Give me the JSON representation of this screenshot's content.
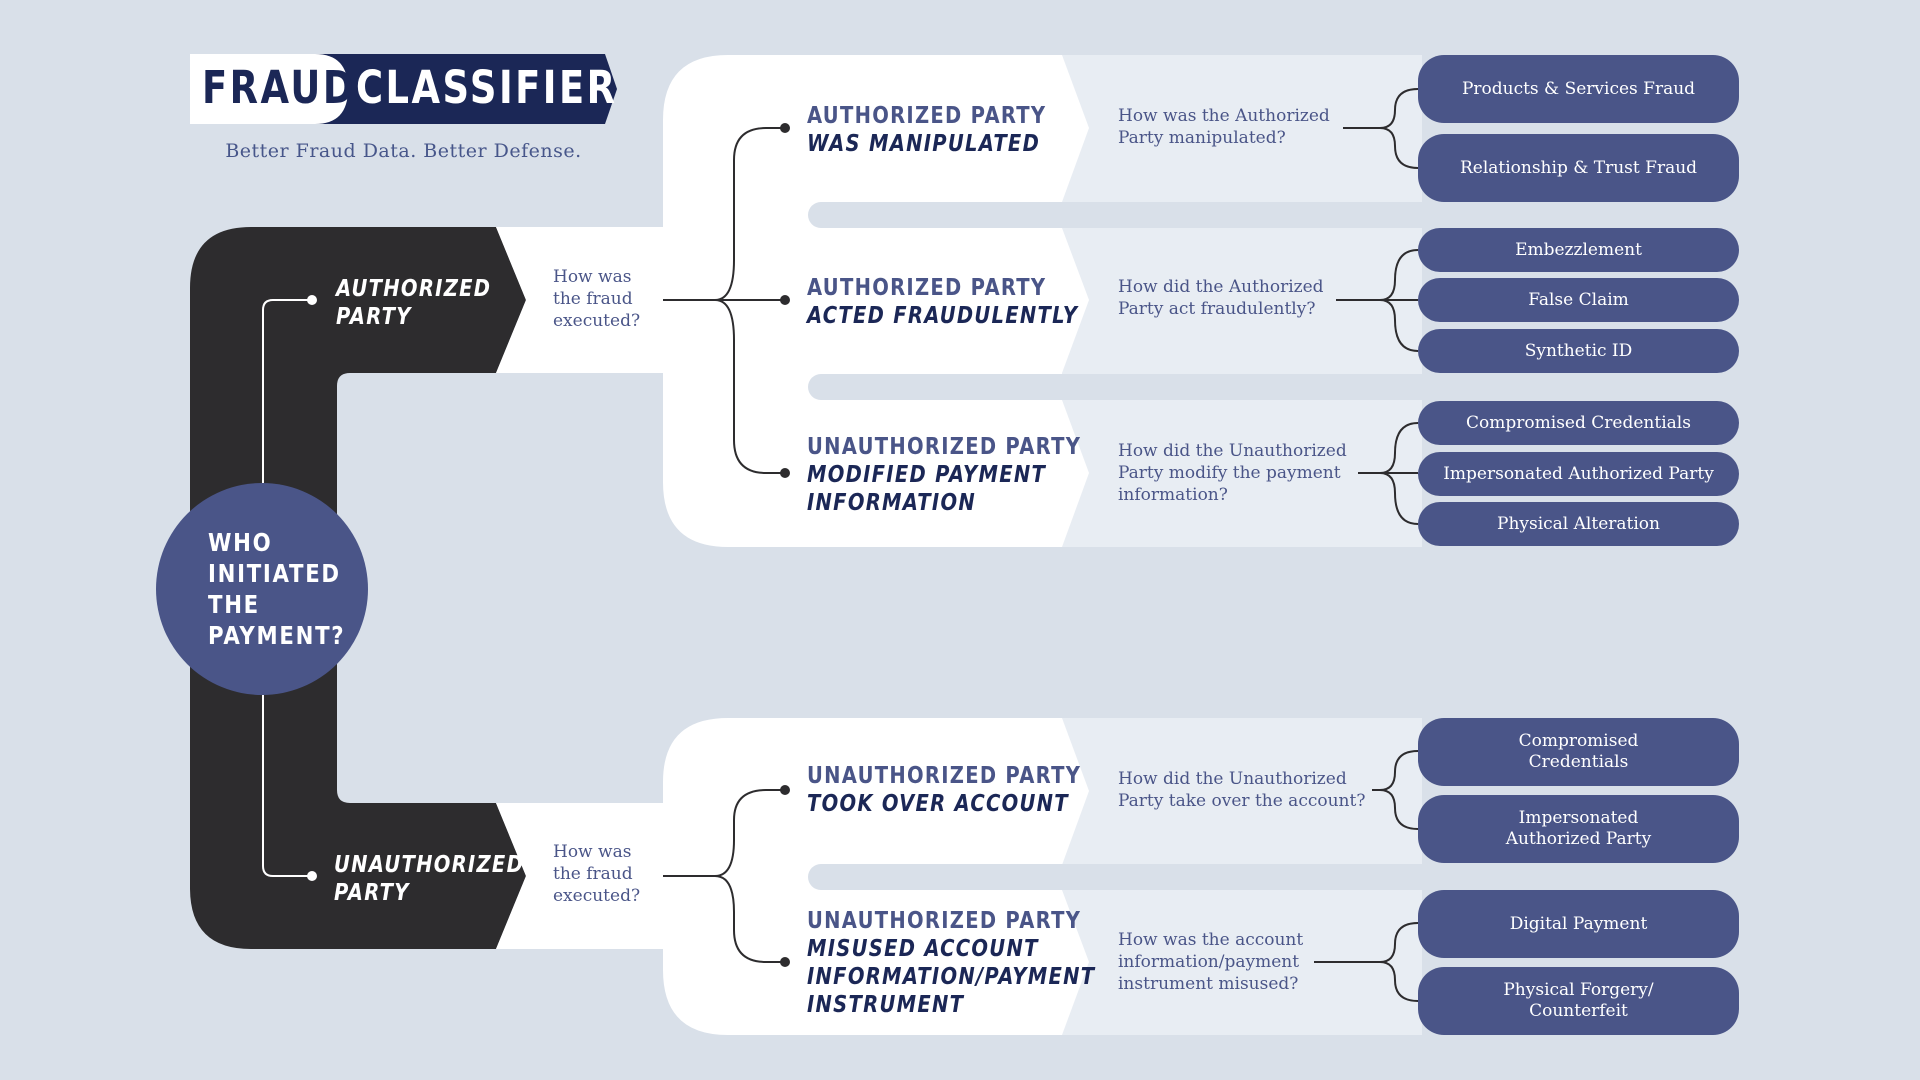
{
  "logo": {
    "word1": "FRAUD",
    "word2": "CLASSIFIER",
    "tagline": "Better Fraud Data. Better Defense."
  },
  "root": {
    "label": "WHO\nINITIATED\nTHE\nPAYMENT?"
  },
  "branches": [
    {
      "label": "AUTHORIZED\nPARTY",
      "question": "How was\nthe fraud\nexecuted?",
      "categories": [
        {
          "title": "AUTHORIZED PARTY",
          "subtitle": "WAS MANIPULATED",
          "question": "How was the Authorized\nParty manipulated?",
          "types": [
            "Products & Services Fraud",
            "Relationship & Trust Fraud"
          ]
        },
        {
          "title": "AUTHORIZED PARTY",
          "subtitle": "ACTED FRAUDULENTLY",
          "question": "How did the Authorized\nParty act fraudulently?",
          "types": [
            "Embezzlement",
            "False Claim",
            "Synthetic ID"
          ]
        },
        {
          "title": "UNAUTHORIZED PARTY",
          "subtitle": "MODIFIED PAYMENT\nINFORMATION",
          "question": "How did the Unauthorized\nParty modify the payment\ninformation?",
          "types": [
            "Compromised Credentials",
            "Impersonated Authorized Party",
            "Physical Alteration"
          ]
        }
      ]
    },
    {
      "label": "UNAUTHORIZED\nPARTY",
      "question": "How was\nthe fraud\nexecuted?",
      "categories": [
        {
          "title": "UNAUTHORIZED PARTY",
          "subtitle": "TOOK OVER ACCOUNT",
          "question": "How did the Unauthorized\nParty take over the account?",
          "types": [
            "Compromised\nCredentials",
            "Impersonated\nAuthorized Party"
          ]
        },
        {
          "title": "UNAUTHORIZED PARTY",
          "subtitle": "MISUSED ACCOUNT\nINFORMATION/PAYMENT\nINSTRUMENT",
          "question": "How was the account\ninformation/payment\ninstrument misused?",
          "types": [
            "Digital Payment",
            "Physical Forgery/\nCounterfeit"
          ]
        }
      ]
    }
  ],
  "colors": {
    "background": "#d9e0e9",
    "navy": "#1b2756",
    "accent": "#4a5588",
    "dark": "#2d2c2e",
    "panel": "#ffffff",
    "panel_inner": "#e8edf3"
  }
}
